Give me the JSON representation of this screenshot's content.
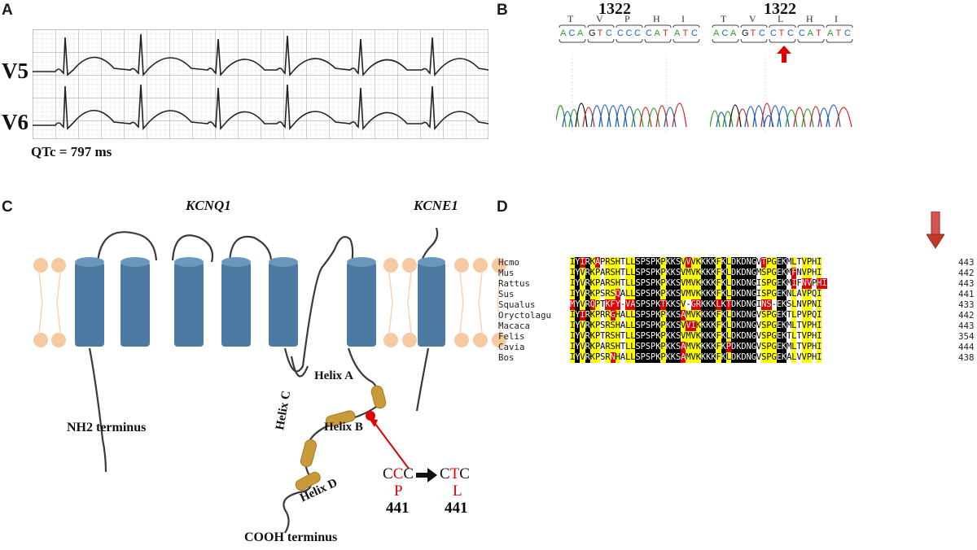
{
  "panels": {
    "a": {
      "letter": "A",
      "leads": [
        "V5",
        "V6"
      ],
      "qtc": "QTc = 797 ms"
    },
    "b": {
      "letter": "B",
      "wildtype": {
        "position": "1322",
        "amino_acids": [
          "T",
          "V",
          "P",
          "H",
          "I"
        ],
        "bases": [
          "A",
          "C",
          "A",
          "G",
          "T",
          "C",
          "C",
          "C",
          "C",
          "C",
          "A",
          "T",
          "A",
          "T",
          "C"
        ]
      },
      "mutant": {
        "position": "1322",
        "amino_acids": [
          "T",
          "V",
          "L",
          "H",
          "I"
        ],
        "bases": [
          "A",
          "C",
          "A",
          "G",
          "T",
          "C",
          "C",
          "T",
          "C",
          "C",
          "A",
          "T",
          "A",
          "T",
          "C"
        ]
      },
      "base_colors": {
        "A": "#2ca02c",
        "C": "#1f5fbf",
        "G": "#111111",
        "T": "#d62728"
      },
      "arrow_color": "#e00000"
    },
    "c": {
      "letter": "C",
      "genes": [
        "KCNQ1",
        "KCNE1"
      ],
      "helices": [
        "Helix A",
        "Helix B",
        "Helix C",
        "Helix D"
      ],
      "nh2": "NH2 terminus",
      "cooh": "COOH terminus",
      "mutation": {
        "wt_codon": [
          "C",
          "C",
          "C"
        ],
        "mut_codon": [
          "C",
          "T",
          "C"
        ],
        "wt_aa": "P",
        "mut_aa": "L",
        "wt_pos": "441",
        "mut_pos": "441"
      },
      "colors": {
        "helix": "#4d7aa3",
        "helix_domain": "#c99a3a",
        "membrane": "#f6c9a1",
        "mutation": "#e00000"
      }
    },
    "d": {
      "letter": "D",
      "species": [
        "Hcmo",
        "Mus",
        "Rattus",
        "Sus",
        "Squalus",
        "Oryctolagu",
        "Macaca",
        "Felis",
        "Cavia",
        "Bos"
      ],
      "sequences": [
        "IYIRKAPRSHTLLSPSPKPKKSVVVKKKKFKLDKDNGVTPGEKMLTVPHI",
        "IYVRKPARSHTLLSPSPKPKKSVMVKKKKFKLDKDNGMSPGEKMFNVPHI",
        "IYVRKPARSHTLLSPSPKPKKSVMVKKKKFKLDKDNGISPGEKMIFNVPHI",
        "IYVRKPSRSQALLSPSPKPKKSVMVKKKKFKLDKDNGISPGEKNLAVPQI",
        "MYVRQPTKFY-VASPSPKTKKSV-GRKKKLKTDKDNGINS-EKSLNVPNI",
        "IYIRKPRRGHALLSPSPKPKKSAMVKKKKFKLDKDNGVSPGEKTLPVPQI",
        "IYVRKPSRSHALLSPSPKPKKSVVIKKKKFKLDKDNGVSPGEKMLTVPHI",
        "IYVRKPTRSHTLLSPSPKPKKSVMVKKKKFKLDKDNGVSPGEKTLTVPHI",
        "IYVRKPARSHTLLSPSPKPKKSAMVKKKKFKPDKDNGVSPGEKMLTVPHI",
        "IYVRKPSRNHALLSPSPKPKKSAMVKKKKFKLDKDNGVSPGEKALVVPHI"
      ],
      "end_positions": [
        "443",
        "442",
        "443",
        "441",
        "433",
        "442",
        "443",
        "354",
        "444",
        "438"
      ],
      "colors": {
        "black": "#000000",
        "yellow": "#ffff00",
        "red": "#e00000",
        "arrow": "#c0392b"
      }
    }
  }
}
